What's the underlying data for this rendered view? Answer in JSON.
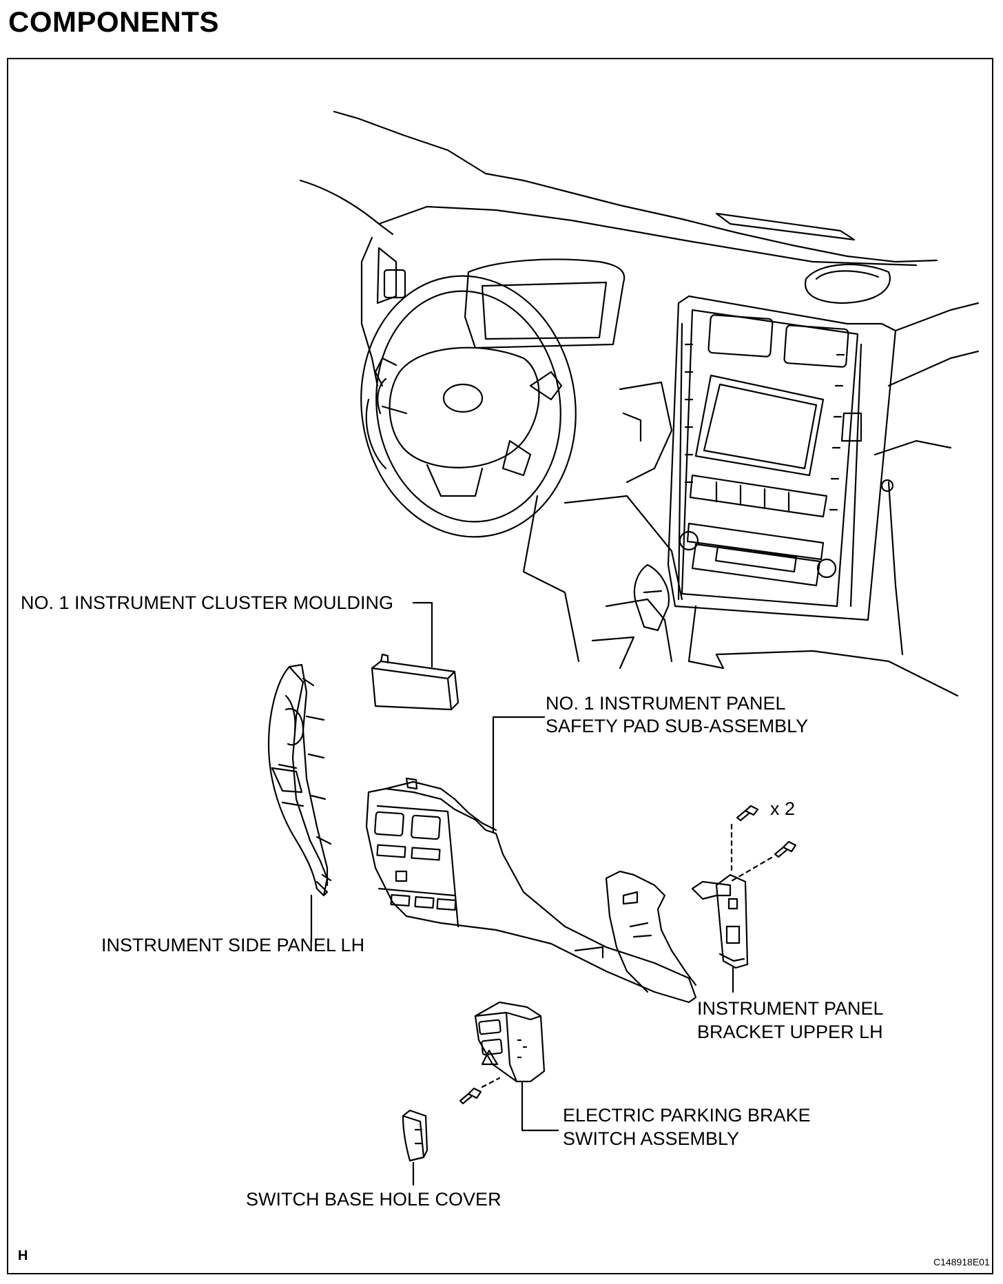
{
  "page": {
    "title": "COMPONENTS",
    "corner_mark": "H",
    "figure_code": "C148918E01"
  },
  "labels": {
    "cluster_moulding": "NO. 1 INSTRUMENT CLUSTER MOULDING",
    "safety_pad_line1": "NO. 1 INSTRUMENT PANEL",
    "safety_pad_line2": "SAFETY PAD SUB-ASSEMBLY",
    "side_panel": "INSTRUMENT SIDE PANEL LH",
    "bracket_line1": "INSTRUMENT PANEL",
    "bracket_line2": "BRACKET UPPER LH",
    "parking_brake_line1": "ELECTRIC PARKING BRAKE",
    "parking_brake_line2": "SWITCH ASSEMBLY",
    "hole_cover": "SWITCH BASE HOLE COVER",
    "screw_qty": "x 2"
  }
}
